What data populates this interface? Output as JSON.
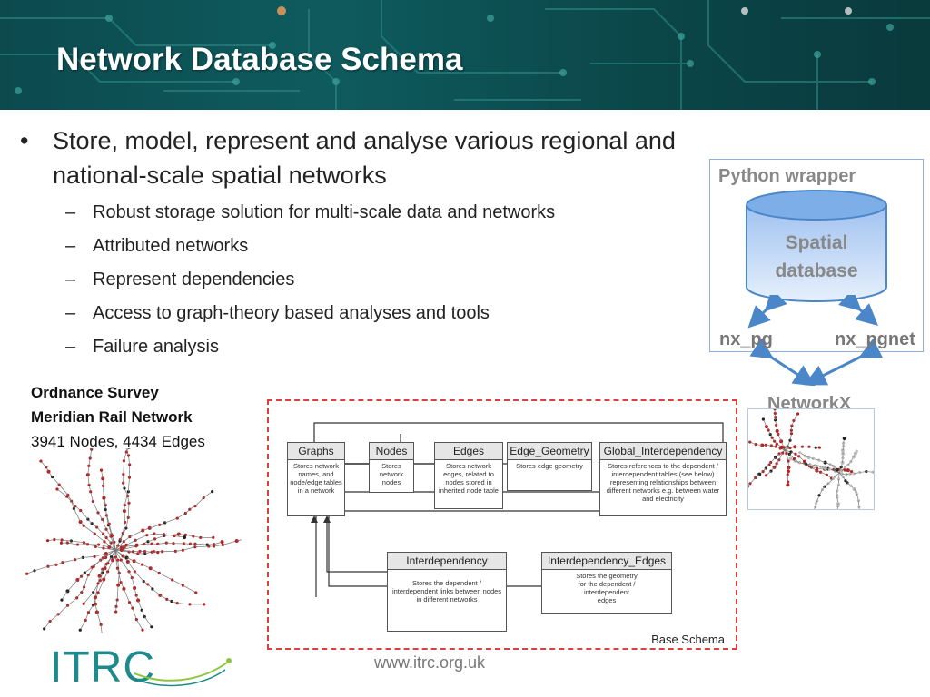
{
  "slide": {
    "title": "Network Database Schema",
    "main_bullet": "Store, model, represent and analyse various regional and national-scale spatial networks",
    "sub_bullets": [
      "Robust storage solution for multi-scale data and networks",
      "Attributed networks",
      "Represent dependencies",
      "Access to graph-theory based analyses and  tools",
      "Failure analysis"
    ],
    "bullet_glyph": "•",
    "dash_glyph": "–"
  },
  "os_label": {
    "line1": "Ordnance Survey",
    "line2": "Meridian Rail Network",
    "line3": "3941 Nodes, 4434 Edges"
  },
  "wrapper": {
    "title": "Python wrapper",
    "db_line1": "Spatial",
    "db_line2": "database",
    "left_lib": "nx_pg",
    "right_lib": "nx_pgnet",
    "bottom_lib": "NetworkX"
  },
  "schema": {
    "label": "Base Schema",
    "tables": [
      {
        "name": "Graphs",
        "desc": "Stores network names, and node/edge tables in a network"
      },
      {
        "name": "Nodes",
        "desc": "Stores network nodes"
      },
      {
        "name": "Edges",
        "desc": "Stores network edges, related to nodes stored in inherited node table"
      },
      {
        "name": "Edge_Geometry",
        "desc": "Stores edge geometry"
      },
      {
        "name": "Global_Interdependency",
        "desc": "Stores references to the dependent / interdependent tables (see below) representing relationships between different networks e.g. between water and electricity"
      },
      {
        "name": "Interdependency",
        "desc": "Stores the dependent / interdependent links between nodes in different networks"
      },
      {
        "name": "Interdependency_Edges",
        "desc": "Stores the geometry for the dependent / interdependent edges"
      }
    ]
  },
  "logo": {
    "text": "ITRC"
  },
  "footer": {
    "url": "www.itrc.org.uk"
  },
  "colors": {
    "banner": "#0e5b5e",
    "accent_blue": "#4a86c8",
    "schema_border": "#d94040",
    "logo": "#1d8a8c",
    "rail_nodes": "#b22222"
  }
}
